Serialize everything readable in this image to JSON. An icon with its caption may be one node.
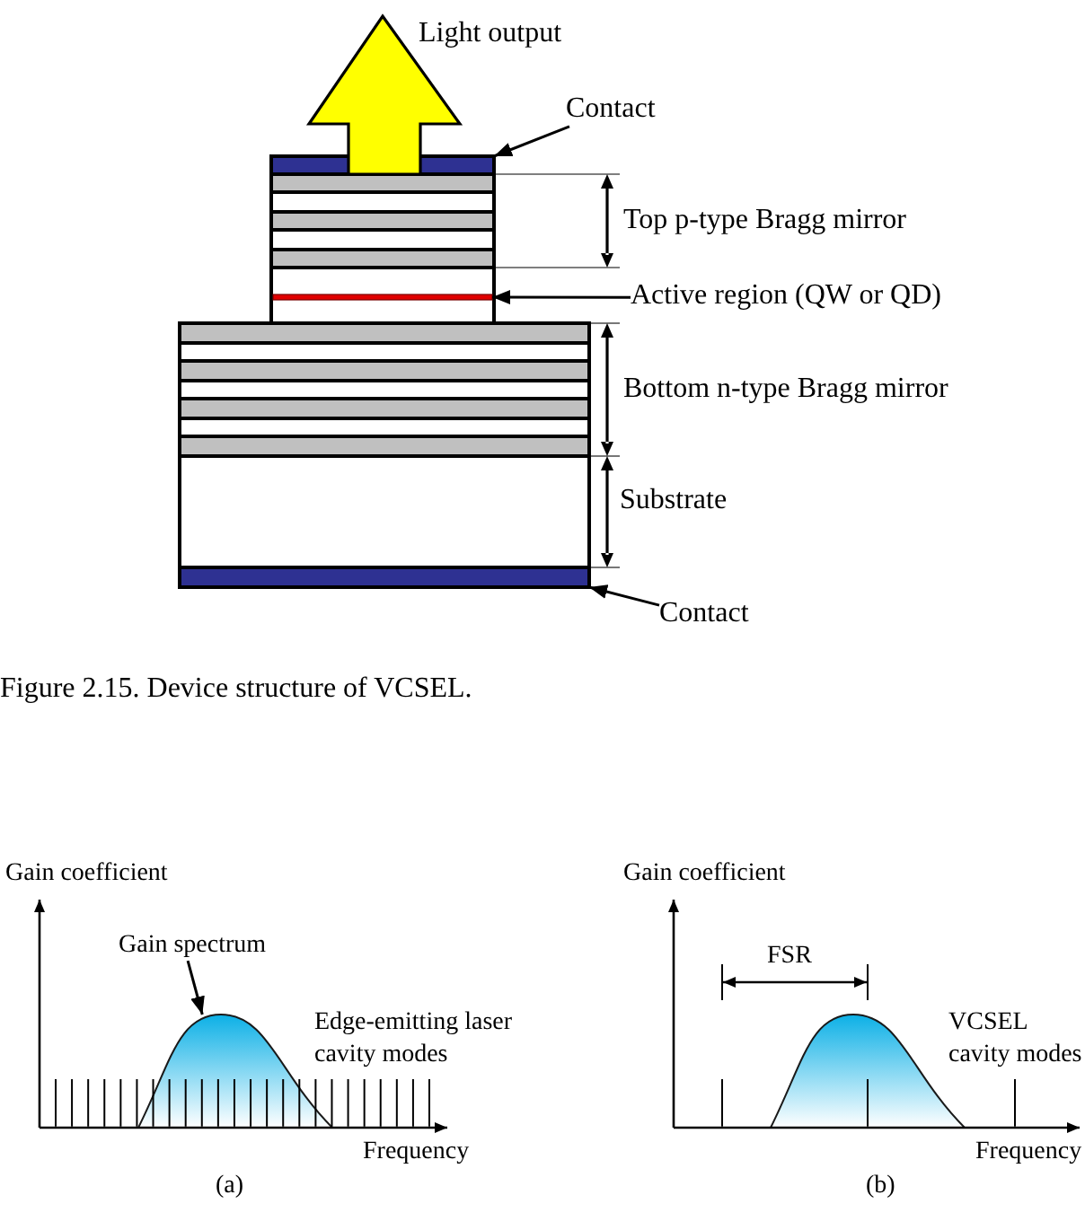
{
  "diagram": {
    "caption": "Figure 2.15. Device structure of VCSEL.",
    "nodes": [
      {
        "text": [
          "Contact"
        ]
      },
      {
        "text": [],
        "shape": "bar"
      },
      {
        "text": [
          "Active region (QW or QD)"
        ]
      },
      {
        "text": [],
        "shape": "bar"
      },
      {
        "text": [],
        "shape": "box",
        "beside": [
          "Substrate"
        ]
      },
      {
        "text": [],
        "shape": "bar"
      },
      {
        "text": [
          "Contact"
        ]
      },
      {
        "text": [
          "Gain spectrum"
        ]
      },
      {
        "text": [],
        "shape": "picture"
      }
    ],
    "edges": [
      {
        "from": 0,
        "to": 1,
        "arrow": "to"
      },
      {
        "from": 2,
        "to": 3,
        "arrow": "to"
      },
      {
        "from": 6,
        "to": 5,
        "arrow": "to"
      },
      {
        "from": 7,
        "to": 8,
        "arrow": "to"
      }
    ],
    "labels": [
      "Light output",
      "Top p-type Bragg mirror",
      "Bottom n-type Bragg mirror",
      "Gain coefficient",
      "Gain coefficient",
      "FSR",
      "Edge-emitting laser cavity modes",
      "VCSEL cavity modes",
      "Frequency",
      "Frequency",
      "(a)",
      "(b)"
    ]
  }
}
